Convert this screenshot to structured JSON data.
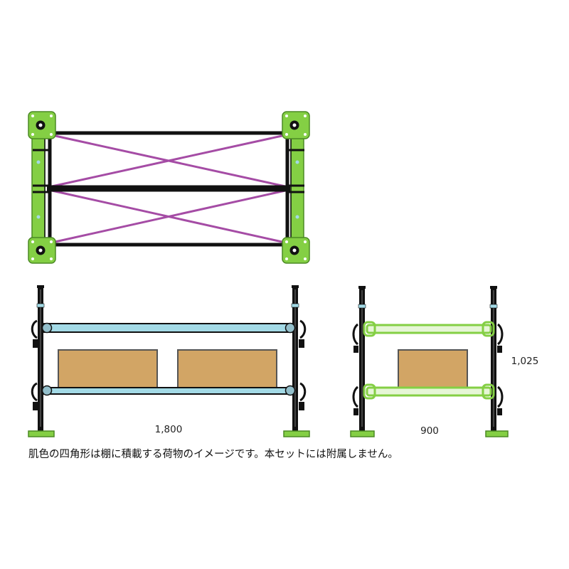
{
  "dimensions": {
    "front_width": "1,800",
    "side_depth": "900",
    "height": "1,025"
  },
  "caption": "肌色の四角形は棚に積載する荷物のイメージです。本セットには附属しません。",
  "colors": {
    "frame": "#111111",
    "green": "#84CF44",
    "green_dark": "#4B8A24",
    "brace": "#A54CA5",
    "beam_blue": "#A3DAE6",
    "cargo": "#D2A565",
    "cargo_border": "#555555",
    "background": "#FFFFFF"
  }
}
